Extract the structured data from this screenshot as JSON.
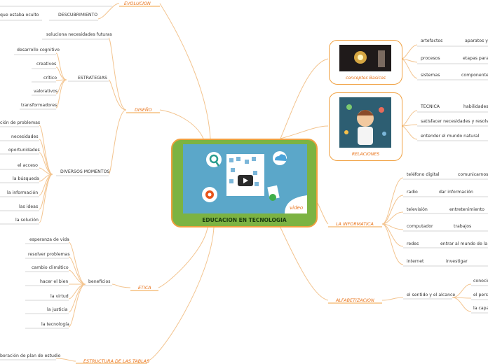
{
  "center": {
    "title": "EDUCACION EN TECNOLOGIA"
  },
  "left": {
    "evolucion": {
      "label": "EVOLUCION",
      "sub": "DESCUBRIMIENTO",
      "leaf": "que estaba oculto"
    },
    "diseno": {
      "label": "DISEÑO",
      "top_leaf": "soluciona necesidades futuras",
      "estrategias": {
        "label": "ESTRATEGIAS",
        "items": [
          "desarrollo cognitivo",
          "creativos",
          "crítico",
          "valorativos",
          "transformadores"
        ]
      },
      "momentos": {
        "label": "DIVERSOS MOMENTOS",
        "items": [
          "ción de problemas",
          "necesidades",
          "oportunidades",
          "el acceso",
          "la búsqueda",
          "la información",
          "las ideas",
          "la solución"
        ]
      }
    },
    "etica": {
      "label": "ETICA",
      "sub": "beneficios",
      "items": [
        "esperanza de vida",
        "resolver problemas",
        "cambio climático",
        "hacer el bien",
        "la virtud",
        "la justicia",
        "la tecnología"
      ]
    },
    "estructura": {
      "label": "ESTRUCTURA DE LAS TABLAS",
      "leaf": "boración de plan de estudio"
    }
  },
  "right": {
    "conceptos": {
      "label": "conceptos Basicos",
      "rows": [
        [
          "artefactos",
          "aparatos y m"
        ],
        [
          "procesos",
          "etapas para p"
        ],
        [
          "sistemas",
          "componentes"
        ]
      ]
    },
    "relaciones": {
      "label": "RELACIONES",
      "tecnica": "TECNICA",
      "habilidades": "habilidades",
      "items": [
        "satisfacer necesidades y resolver",
        "entender el mundo natural"
      ]
    },
    "informatica": {
      "label": "LA INFORMATICA",
      "rows": [
        [
          "teléfono digital",
          "comunicarnos"
        ],
        [
          "radio",
          "dar información"
        ],
        [
          "televisión",
          "entretenimiento"
        ],
        [
          "computador",
          "trabajos"
        ],
        [
          "redes",
          "entrar al mundo de la in"
        ],
        [
          "internet",
          "investigar"
        ]
      ]
    },
    "alfabetizacion": {
      "label": "ALFABETIZACION",
      "sub": "el sentido y el alcance",
      "items": [
        "conocim",
        "el perso",
        "la capa"
      ]
    }
  }
}
